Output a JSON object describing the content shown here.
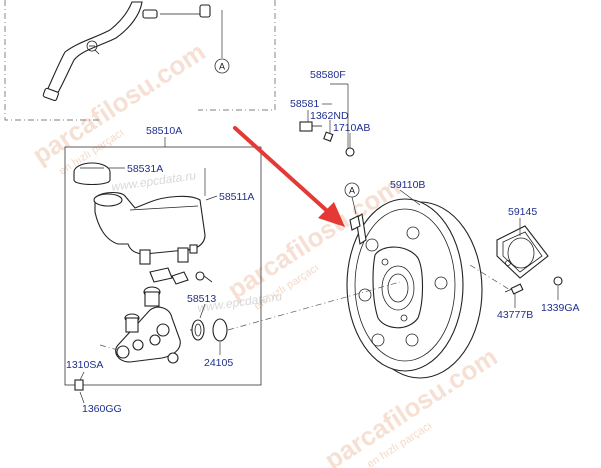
{
  "diagram": {
    "part_labels": {
      "p58580F": "58580F",
      "p58581": "58581",
      "p1362ND": "1362ND",
      "p1710AB": "1710AB",
      "p58510A": "58510A",
      "p58531A": "58531A",
      "p58511A": "58511A",
      "p59110B": "59110B",
      "p59145": "59145",
      "p58513": "58513",
      "p24105": "24105",
      "p1310SA": "1310SA",
      "p1360GG": "1360GG",
      "p43777B": "43777B",
      "p1339GA": "1339GA"
    },
    "ref_markers": {
      "top": "A",
      "booster": "A"
    },
    "watermarks": {
      "brand": "parcafilosu.com",
      "brand_sub": "en hızlı parçacı",
      "epc": "www.epcdata.ru"
    },
    "arrow_color": "#e53935",
    "label_color": "#1f2f8f"
  }
}
